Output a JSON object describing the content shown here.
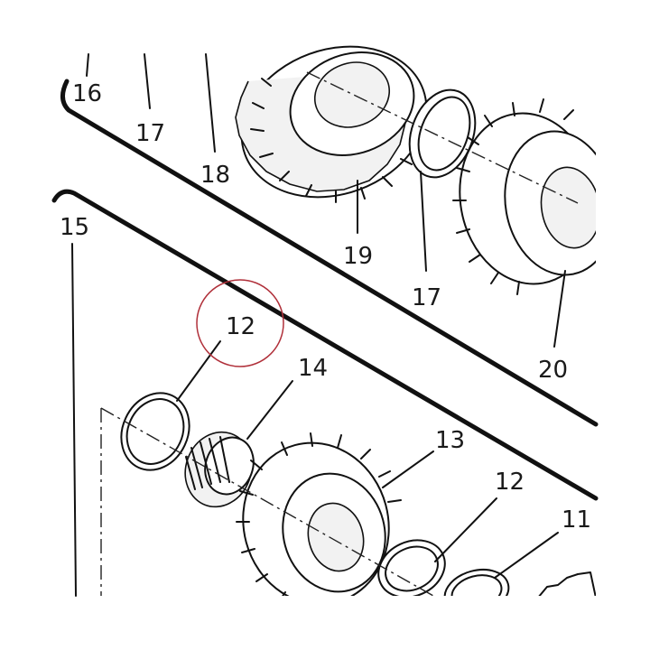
{
  "callouts": {
    "c16": "16",
    "c17a": "17",
    "c18": "18",
    "c19": "19",
    "c17b": "17",
    "c20": "20",
    "c15": "15",
    "c12a": "12",
    "c14": "14",
    "c13": "13",
    "c12b": "12",
    "c11": "11"
  },
  "colors": {
    "highlight_circle": "#b0303a",
    "line": "#111111"
  }
}
